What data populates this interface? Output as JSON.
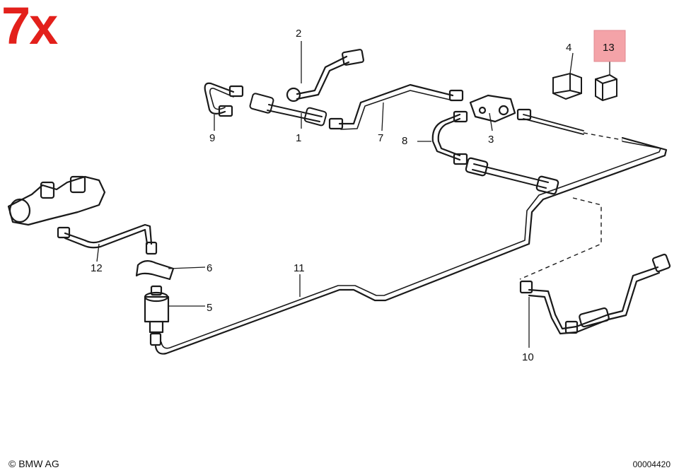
{
  "quantity_badge": "7x",
  "copyright": "© BMW AG",
  "document_number": "00004420",
  "highlight_color": "#f4a3a8",
  "badge_color": "#e3201b",
  "callouts": [
    {
      "id": "c1",
      "label": "1"
    },
    {
      "id": "c2",
      "label": "2"
    },
    {
      "id": "c3",
      "label": "3"
    },
    {
      "id": "c4",
      "label": "4"
    },
    {
      "id": "c5",
      "label": "5"
    },
    {
      "id": "c6",
      "label": "6"
    },
    {
      "id": "c7",
      "label": "7"
    },
    {
      "id": "c8",
      "label": "8"
    },
    {
      "id": "c9",
      "label": "9"
    },
    {
      "id": "c10",
      "label": "10"
    },
    {
      "id": "c11",
      "label": "11"
    },
    {
      "id": "c12",
      "label": "12"
    },
    {
      "id": "c13",
      "label": "13",
      "highlighted": true
    }
  ]
}
